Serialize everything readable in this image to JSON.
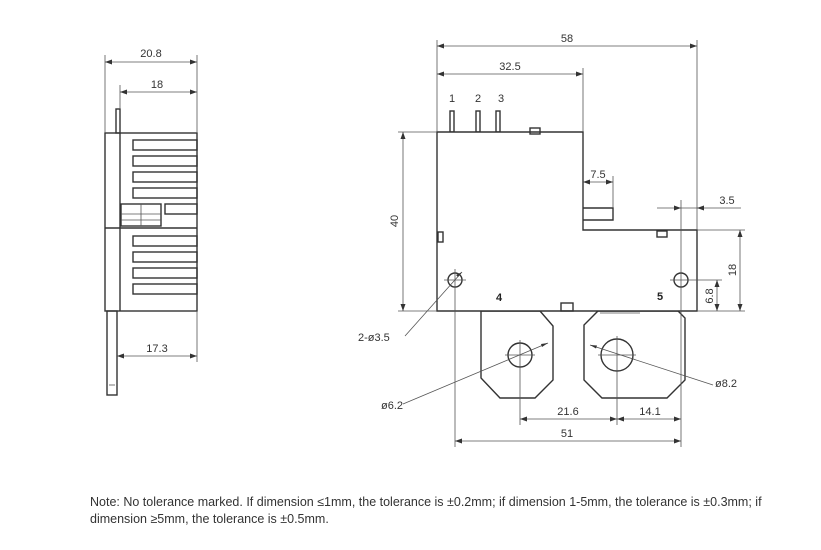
{
  "side_view": {
    "dim_overall_width": "20.8",
    "dim_body_width": "18",
    "dim_pin_height": "17.3"
  },
  "front_view": {
    "dim_total_width": "58",
    "dim_upper_width": "32.5",
    "dim_height": "40",
    "dim_tab": "7.5",
    "dim_edge": "3.5",
    "dim_hole_height": "18",
    "dim_hole_offset": "6.8",
    "dim_mount_holes": "2-ø3.5",
    "dim_terminal_hole_left": "ø6.2",
    "dim_terminal_hole_right": "ø8.2",
    "dim_terminal_pitch": "21.6",
    "dim_terminal_offset": "14.1",
    "dim_bottom_width": "51",
    "pin_labels": [
      "1",
      "2",
      "3"
    ],
    "terminal_left": "4",
    "terminal_right": "5"
  },
  "note": "Note: No tolerance marked. If dimension ≤1mm, the tolerance is ±0.2mm; if dimension 1-5mm, the tolerance is ±0.3mm; if dimension ≥5mm, the tolerance is ±0.5mm."
}
